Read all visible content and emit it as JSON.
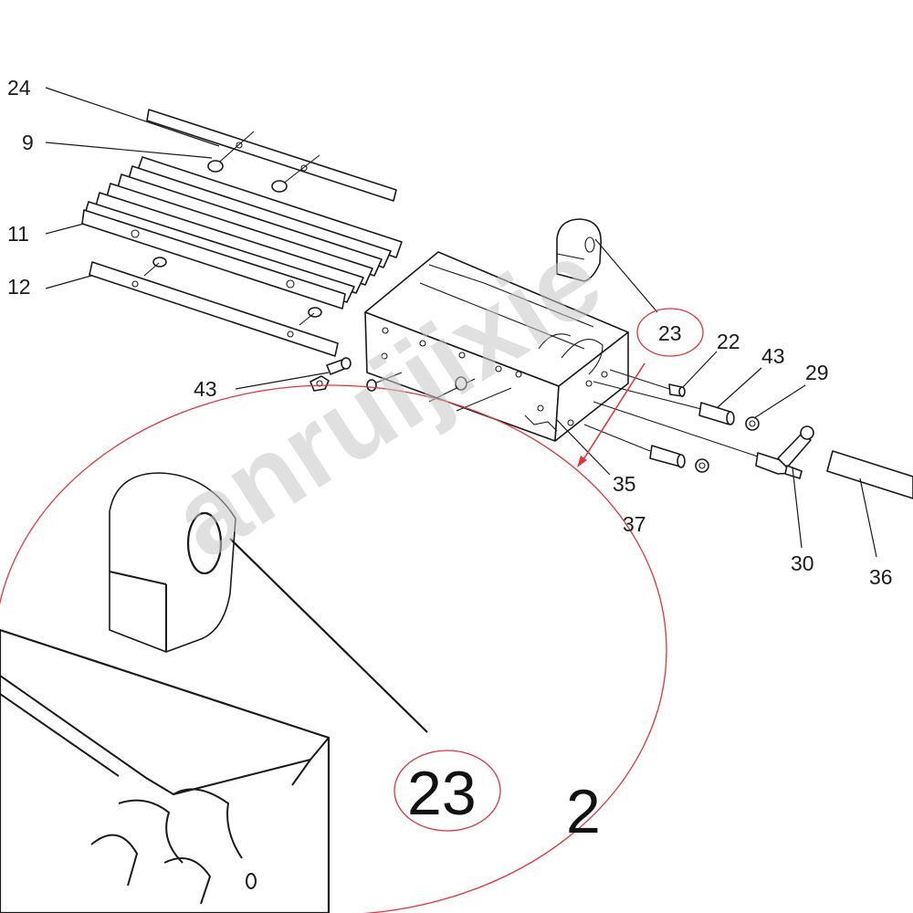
{
  "watermark": "anruijixie",
  "callouts": {
    "c24": "24",
    "c9": "9",
    "c11": "11",
    "c12": "12",
    "c43a": "43",
    "c23": "23",
    "c22": "22",
    "c43b": "43",
    "c29": "29",
    "c35": "35",
    "c37": "37",
    "c30": "30",
    "c36": "36",
    "zoom23": "23",
    "zoomPartial": "2"
  },
  "colors": {
    "highlight": "#e0343a",
    "line": "#1a1a1a"
  }
}
